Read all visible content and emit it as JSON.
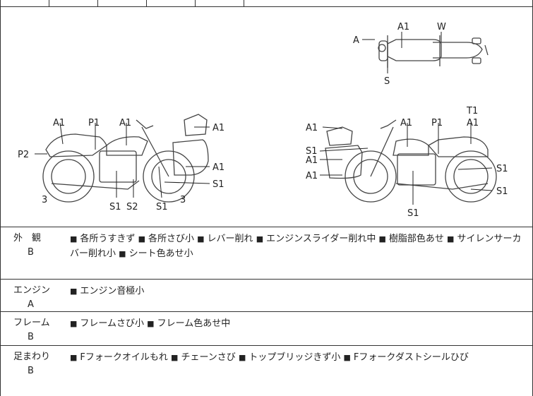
{
  "diagram": {
    "top_view": {
      "a1": "A1",
      "w": "W",
      "a": "A",
      "s": "S"
    },
    "left_side": {
      "a1_tank": "A1",
      "p1": "P1",
      "a1_seat": "A1",
      "a1_top": "A1",
      "p2": "P2",
      "a1_case": "A1",
      "s1_right": "S1",
      "num_left": "3",
      "num_right": "3",
      "s1_bottom": "S1",
      "s2": "S2",
      "s1_rear": "S1"
    },
    "right_side": {
      "t1": "T1",
      "a1_top": "A1",
      "a1_tank": "A1",
      "p1": "P1",
      "a1_seat": "A1",
      "s1_left": "S1",
      "a1_mid": "A1",
      "a1_low": "A1",
      "s1_r1": "S1",
      "s1_r2": "S1",
      "s1_bottom": "S1"
    }
  },
  "sections": [
    {
      "category": "外　観",
      "grade": "B",
      "items": [
        "各所うすきず",
        "各所さび小",
        "レバー削れ",
        "エンジンスライダー削れ中",
        "樹脂部色あせ",
        "サイレンサーカバー削れ小",
        "シート色あせ小"
      ]
    },
    {
      "category": "エンジン",
      "grade": "A",
      "items": [
        "エンジン音極小"
      ]
    },
    {
      "category": "フレーム",
      "grade": "B",
      "items": [
        "フレームさび小",
        "フレーム色あせ中"
      ]
    },
    {
      "category": "足まわり",
      "grade": "B",
      "items": [
        "Fフォークオイルもれ",
        "チェーンさび",
        "トップブリッジきず小",
        "Fフォークダストシールひび"
      ]
    }
  ],
  "bullet_glyph": "■"
}
